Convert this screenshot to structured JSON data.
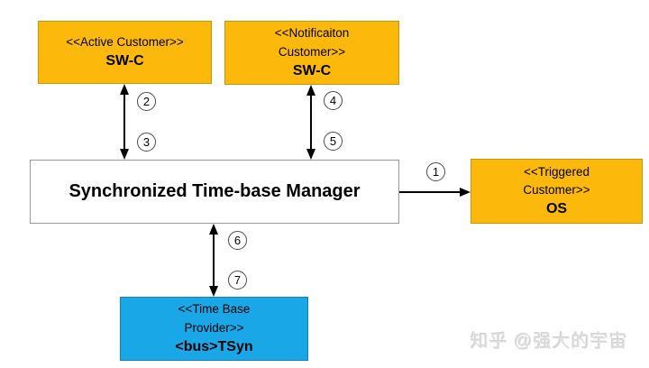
{
  "diagram": {
    "boxes": {
      "active_customer": {
        "stereotype": "<<Active Customer>>",
        "name": "SW-C"
      },
      "notification_customer": {
        "stereotype": "<<Notificaiton\nCustomer>>",
        "name": "SW-C"
      },
      "manager": {
        "title": "Synchronized Time-base Manager"
      },
      "triggered_customer": {
        "stereotype": "<<Triggered\nCustomer>>",
        "name": "OS"
      },
      "time_base_provider": {
        "stereotype": "<<Time Base\nProvider>>",
        "name": "<bus>TSyn"
      }
    },
    "connectors": {
      "n1": "1",
      "n2": "2",
      "n3": "3",
      "n4": "4",
      "n5": "5",
      "n6": "6",
      "n7": "7"
    },
    "colors": {
      "customer_fill": "#FCB90B",
      "customer_border": "#C8960B",
      "provider_fill": "#1AA7E8",
      "provider_border": "#1580B5",
      "manager_border": "#9A9A9A",
      "line": "#000000"
    }
  },
  "watermark": {
    "text": "知乎 @强大的宇宙"
  }
}
